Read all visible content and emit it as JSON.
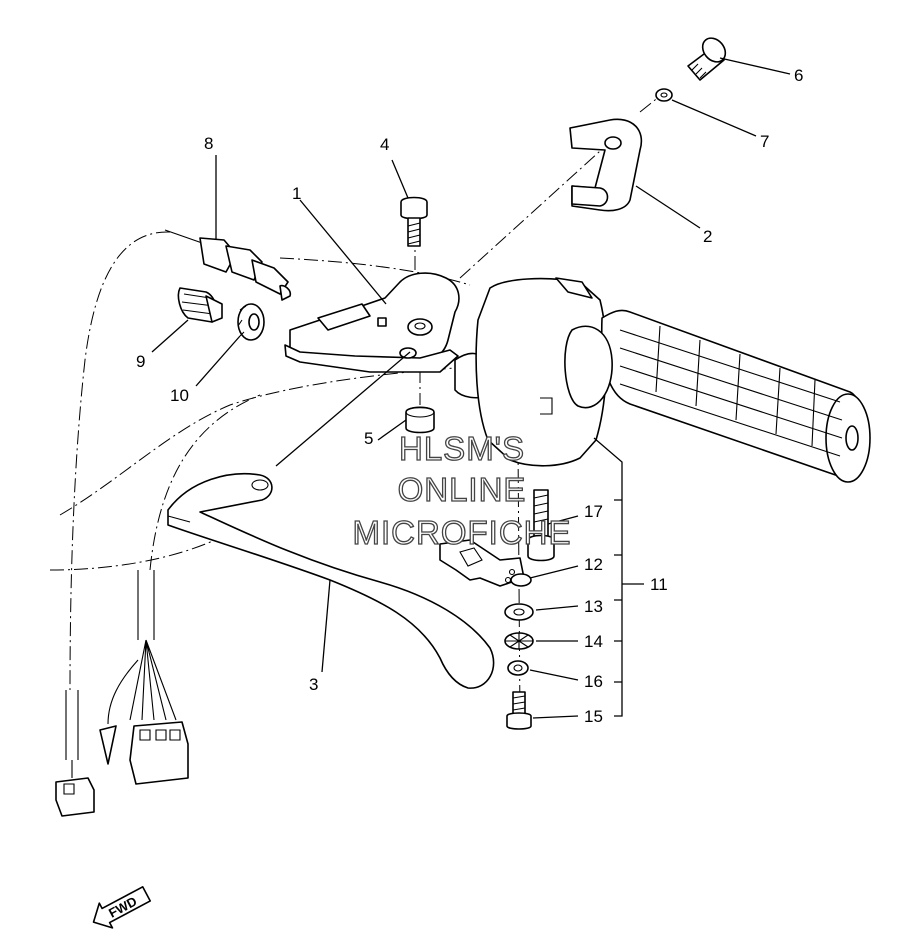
{
  "callouts": [
    "1",
    "2",
    "3",
    "4",
    "5",
    "6",
    "7",
    "8",
    "9",
    "10",
    "11",
    "12",
    "13",
    "14",
    "15",
    "16",
    "17"
  ],
  "watermark": [
    "HLSM'S",
    "ONLINE",
    "MICROFICHE"
  ],
  "fwd_label": "FWD"
}
